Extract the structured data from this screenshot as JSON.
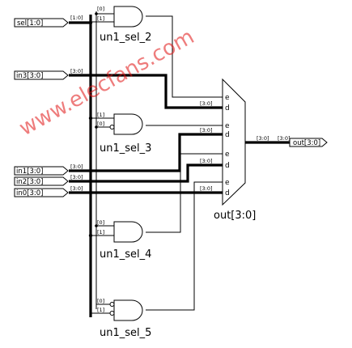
{
  "ports": {
    "sel": "sel[1:0]",
    "in3": "in3[3:0]",
    "in1": "in1[3:0]",
    "in2": "in2[3:0]",
    "in0": "in0[3:0]",
    "out": "out[3:0]"
  },
  "bus_labels": {
    "sel_bus": "[1:0]",
    "bit0": "[0]",
    "bit1": "[1]",
    "nib": "[3:0]"
  },
  "gates": {
    "g2": "un1_sel_2",
    "g3": "un1_sel_3",
    "g4": "un1_sel_4",
    "g5": "un1_sel_5"
  },
  "mux": {
    "name": "out[3:0]",
    "pin_e": "e",
    "pin_d": "d"
  },
  "watermark": "www.elecfans.com"
}
